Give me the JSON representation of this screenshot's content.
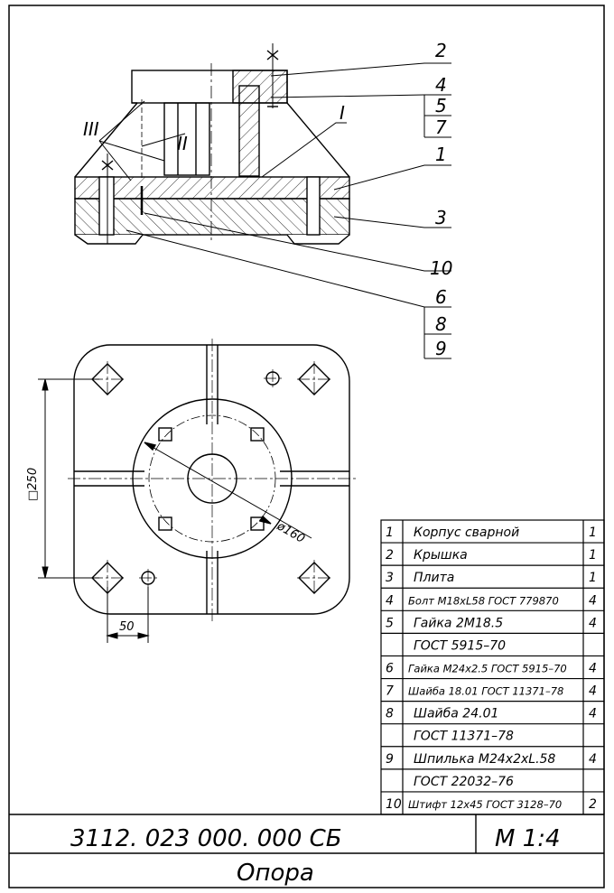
{
  "drawing": {
    "designation": "3112. 023 000. 000 СБ",
    "scale": "М 1:4",
    "name": "Опора",
    "part_callouts": {
      "c1": "1",
      "c2": "2",
      "c3": "3",
      "c4": "4",
      "c5": "5",
      "c6": "6",
      "c7": "7",
      "c8": "8",
      "c9": "9",
      "c10": "10"
    },
    "weld_marks": {
      "w1": "I",
      "w2": "II",
      "w3": "III"
    },
    "dimensions": {
      "square": "□250",
      "diameter": "ø160",
      "offset": "50"
    }
  },
  "bom": [
    {
      "num": "1",
      "name": "Корпус сварной",
      "qty": "1"
    },
    {
      "num": "2",
      "name": "Крышка",
      "qty": "1"
    },
    {
      "num": "3",
      "name": "Плита",
      "qty": "1"
    },
    {
      "num": "4",
      "name": "Болт  M18xL58  ГОСТ 779870",
      "qty": "4"
    },
    {
      "num": "5",
      "name": "Гайка 2М18.5",
      "qty": "4"
    },
    {
      "num": "",
      "name": "ГОСТ 5915–70",
      "qty": ""
    },
    {
      "num": "6",
      "name": "Гайка М24х2.5  ГОСТ 5915–70",
      "qty": "4"
    },
    {
      "num": "7",
      "name": "Шайба 18.01  ГОСТ 11371–78",
      "qty": "4"
    },
    {
      "num": "8",
      "name": "Шайба 24.01",
      "qty": "4"
    },
    {
      "num": "",
      "name": "ГОСТ 11371–78",
      "qty": ""
    },
    {
      "num": "9",
      "name": "Шпилька М24х2хL.58",
      "qty": "4"
    },
    {
      "num": "",
      "name": "ГОСТ 22032–76",
      "qty": ""
    },
    {
      "num": "10",
      "name": "Штифт 12х45  ГОСТ 3128–70",
      "qty": "2"
    }
  ]
}
